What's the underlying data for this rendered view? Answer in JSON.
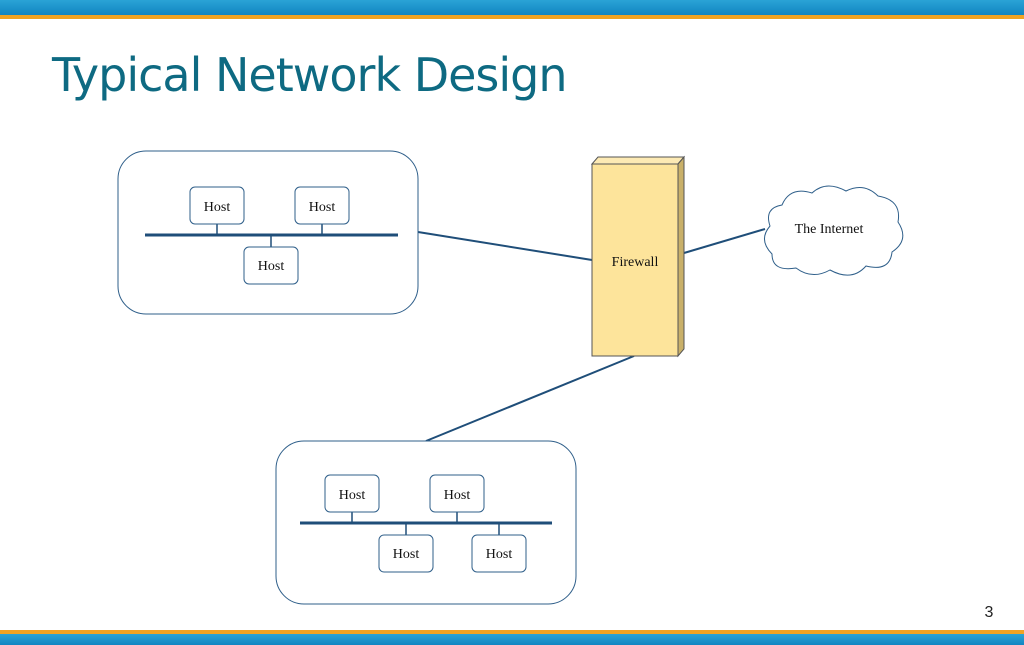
{
  "slide": {
    "title": "Typical Network Design",
    "page_number": "3"
  },
  "diagram": {
    "segment_a": {
      "hosts": [
        "Host",
        "Host",
        "Host"
      ]
    },
    "segment_b": {
      "hosts": [
        "Host",
        "Host",
        "Host",
        "Host"
      ]
    },
    "firewall": {
      "label": "Firewall"
    },
    "internet": {
      "label": "The Internet"
    }
  },
  "colors": {
    "title": "#0e6a82",
    "top_bar": "#1a93cf",
    "accent_stripe": "#f0a323",
    "link_line": "#1f4e79",
    "firewall_fill": "#fde49b",
    "host_border": "#2f5f8a"
  }
}
